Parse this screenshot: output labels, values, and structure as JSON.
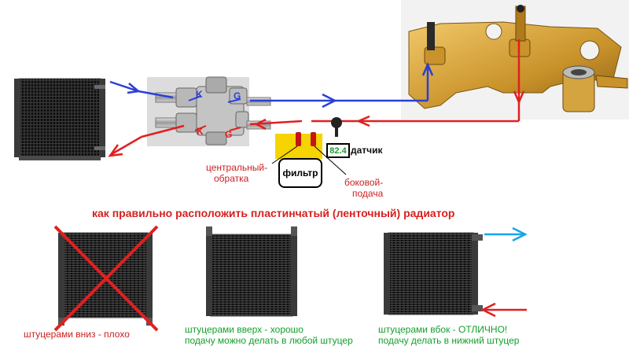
{
  "labels": {
    "title": "как правильно расположить пластинчатый (ленточный) радиатор",
    "filter": "фильтр",
    "sensor_value": "82.4",
    "sensor_label": "датчик",
    "central_line1": "центральный-",
    "central_line2": "обратка",
    "side_line1": "боковой-",
    "side_line2": "подача",
    "valve_k_top": "K",
    "valve_g_top": "G",
    "valve_k_bottom": "K",
    "valve_g_bottom": "G",
    "bad_caption": "штуцерами вниз - плохо",
    "good_caption_line1": "штуцерами вверх - хорошо",
    "good_caption_line2": "подачу можно делать в любой штуцер",
    "best_caption_line1": "штуцерами вбок - ОТЛИЧНО!",
    "best_caption_line2": "подачу делать в нижний штуцер"
  },
  "colors": {
    "supply_blue": "#2b3fd6",
    "return_red": "#e02020",
    "cyan_arrow": "#1aa3e8",
    "radiator_dark": "#1c1c1c",
    "brass": "#d9a63a",
    "green_text": "#11a02a"
  }
}
